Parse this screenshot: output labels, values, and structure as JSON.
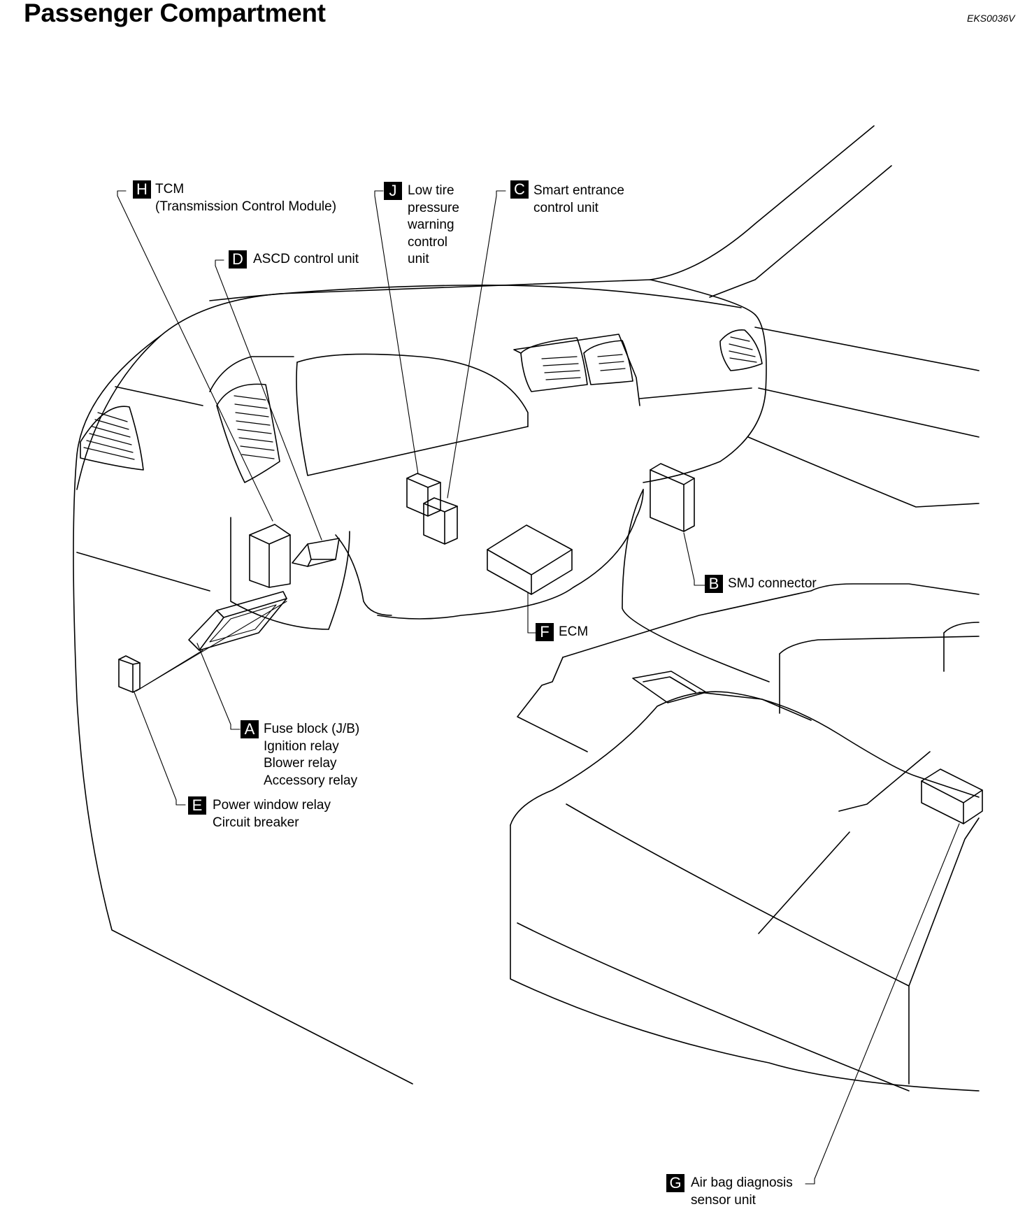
{
  "page": {
    "title": "Passenger Compartment",
    "code": "EKS0036V"
  },
  "callouts": {
    "A": {
      "letter": "A",
      "lines": [
        "Fuse block (J/B)",
        "Ignition relay",
        "Blower relay",
        "Accessory relay"
      ]
    },
    "B": {
      "letter": "B",
      "lines": [
        "SMJ connector"
      ]
    },
    "C": {
      "letter": "C",
      "lines": [
        "Smart entrance",
        "control unit"
      ]
    },
    "D": {
      "letter": "D",
      "lines": [
        "ASCD control unit"
      ]
    },
    "E": {
      "letter": "E",
      "lines": [
        "Power window relay",
        "Circuit breaker"
      ]
    },
    "F": {
      "letter": "F",
      "lines": [
        "ECM"
      ]
    },
    "G": {
      "letter": "G",
      "lines": [
        "Air bag diagnosis",
        "sensor unit"
      ]
    },
    "H": {
      "letter": "H",
      "lines": [
        "TCM",
        "(Transmission Control Module)"
      ]
    },
    "J": {
      "letter": "J",
      "lines": [
        "Low tire",
        "pressure",
        "warning",
        "control",
        "unit"
      ]
    }
  }
}
